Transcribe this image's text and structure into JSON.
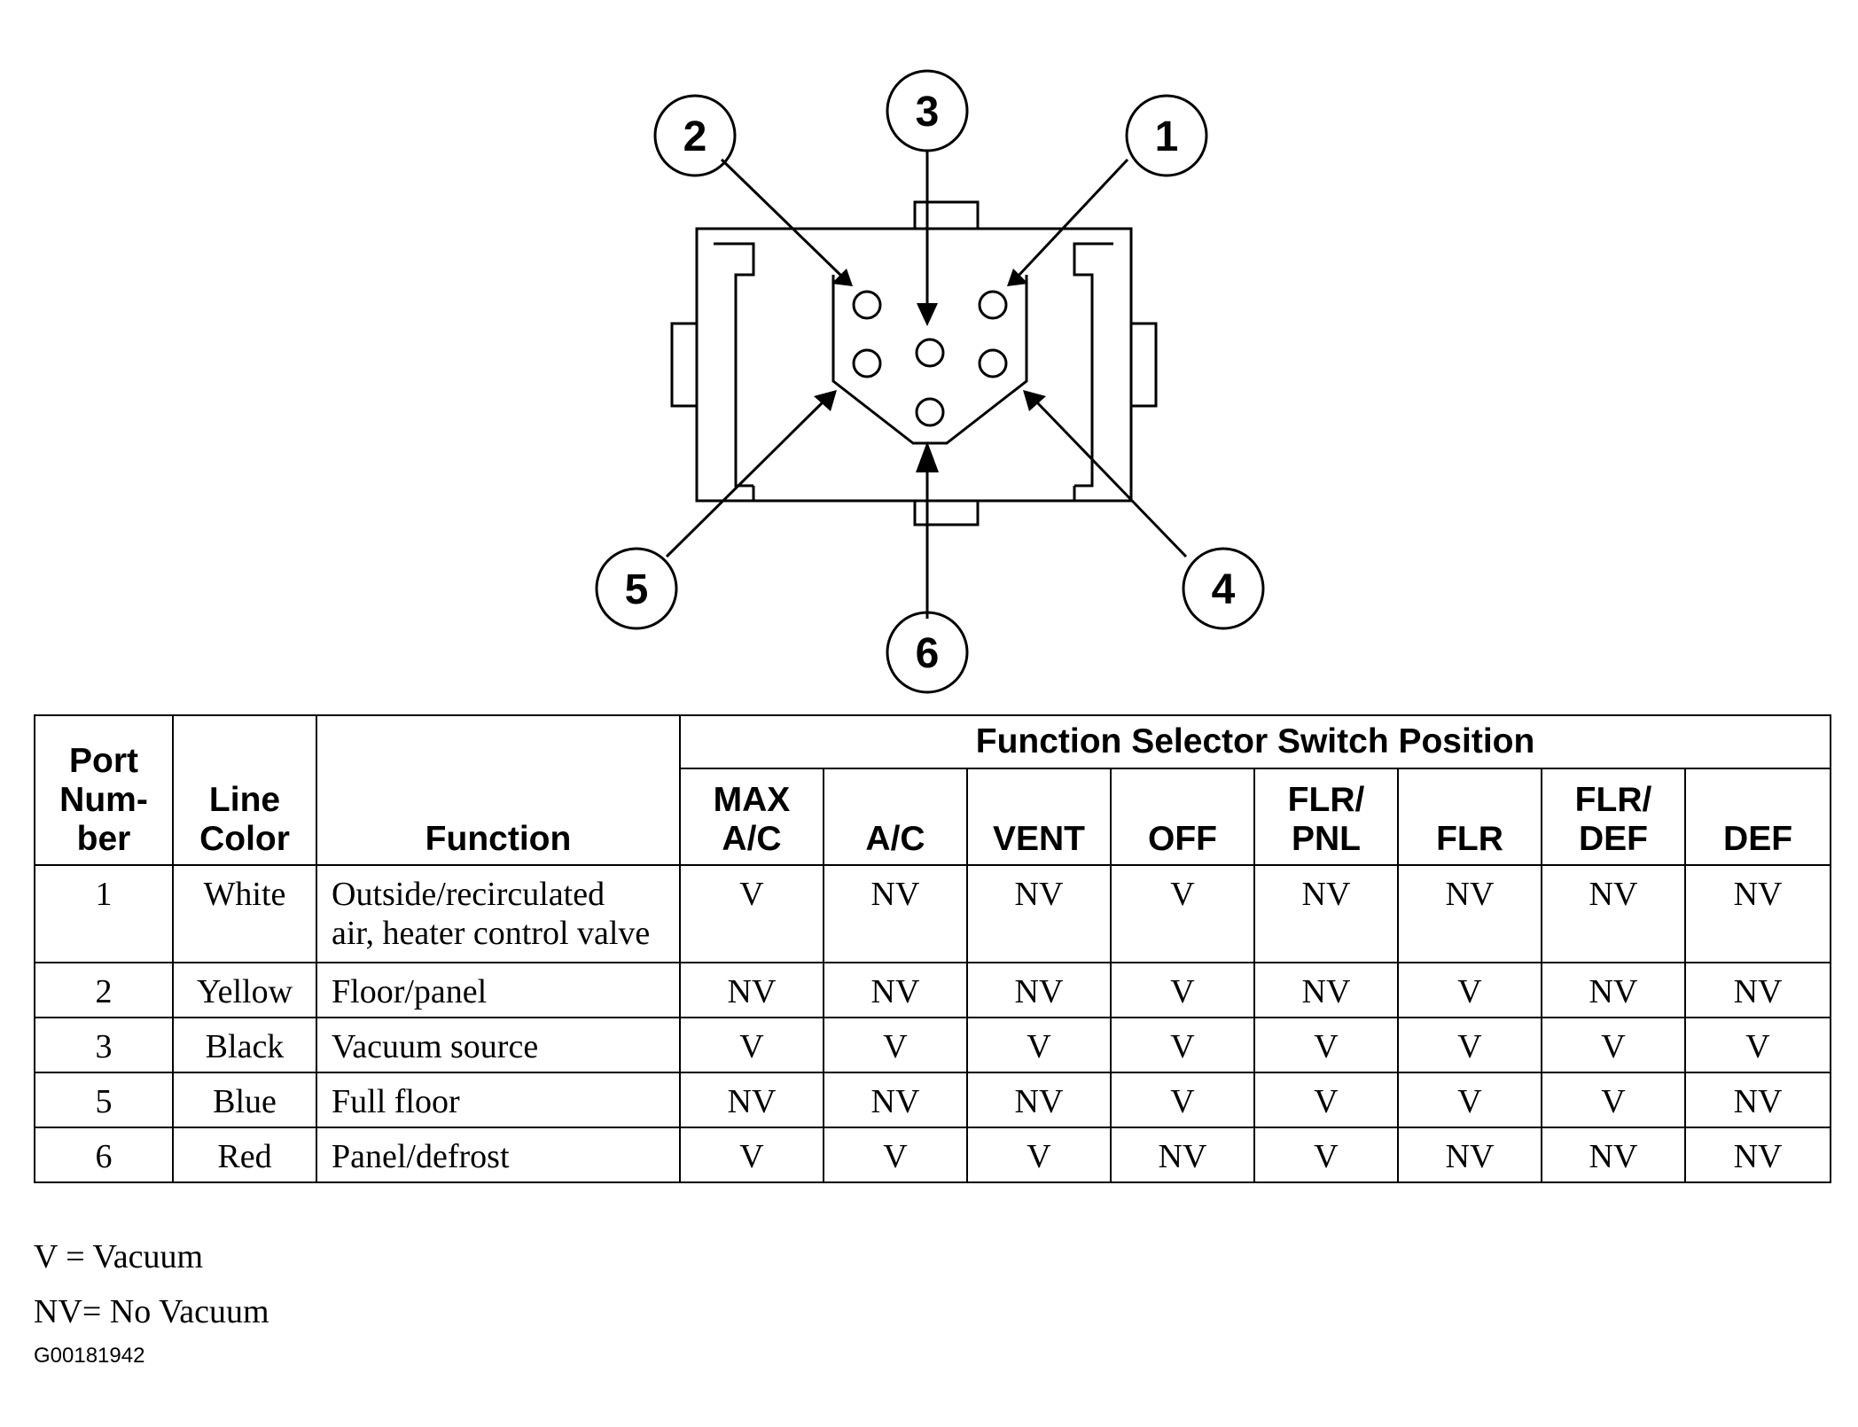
{
  "callouts": [
    "1",
    "2",
    "3",
    "4",
    "5",
    "6"
  ],
  "table": {
    "headers": {
      "port": "Port Num- ber",
      "port_lines": [
        "Port",
        "Num-",
        "ber"
      ],
      "line_color": "Line Color",
      "line_color_lines": [
        "Line",
        "Color"
      ],
      "function": "Function",
      "group": "Function Selector Switch Position",
      "positions": [
        {
          "text": "MAX A/C",
          "lines": [
            "MAX",
            "A/C"
          ]
        },
        {
          "text": "A/C",
          "lines": [
            "A/C"
          ]
        },
        {
          "text": "VENT",
          "lines": [
            "VENT"
          ]
        },
        {
          "text": "OFF",
          "lines": [
            "OFF"
          ]
        },
        {
          "text": "FLR/ PNL",
          "lines": [
            "FLR/",
            "PNL"
          ]
        },
        {
          "text": "FLR",
          "lines": [
            "FLR"
          ]
        },
        {
          "text": "FLR/ DEF",
          "lines": [
            "FLR/",
            "DEF"
          ]
        },
        {
          "text": "DEF",
          "lines": [
            "DEF"
          ]
        }
      ]
    },
    "rows": [
      {
        "port": "1",
        "color": "White",
        "function": "Outside/recirculated air, heater control valve",
        "function_lines": [
          "Outside/recirculated",
          "air, heater control valve"
        ],
        "values": [
          "V",
          "NV",
          "NV",
          "V",
          "NV",
          "NV",
          "NV",
          "NV"
        ]
      },
      {
        "port": "2",
        "color": "Yellow",
        "function": "Floor/panel",
        "function_lines": [
          "Floor/panel"
        ],
        "values": [
          "NV",
          "NV",
          "NV",
          "V",
          "NV",
          "V",
          "NV",
          "NV"
        ]
      },
      {
        "port": "3",
        "color": "Black",
        "function": "Vacuum source",
        "function_lines": [
          "Vacuum source"
        ],
        "values": [
          "V",
          "V",
          "V",
          "V",
          "V",
          "V",
          "V",
          "V"
        ]
      },
      {
        "port": "5",
        "color": "Blue",
        "function": "Full floor",
        "function_lines": [
          "Full floor"
        ],
        "values": [
          "NV",
          "NV",
          "NV",
          "V",
          "V",
          "V",
          "V",
          "NV"
        ]
      },
      {
        "port": "6",
        "color": "Red",
        "function": "Panel/defrost",
        "function_lines": [
          "Panel/defrost"
        ],
        "values": [
          "V",
          "V",
          "V",
          "NV",
          "V",
          "NV",
          "NV",
          "NV"
        ]
      }
    ]
  },
  "legend": {
    "v": "V = Vacuum",
    "nv": "NV= No Vacuum"
  },
  "figure_id": "G00181942"
}
